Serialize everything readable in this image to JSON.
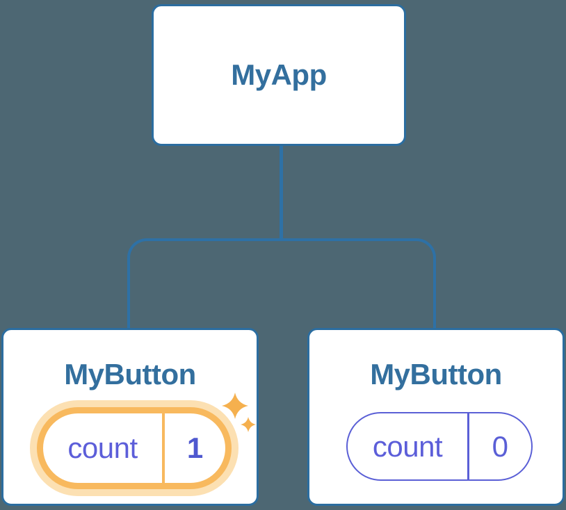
{
  "canvas": {
    "background": "#4d6773"
  },
  "colors": {
    "node_background": "#ffffff",
    "node_border": "#2b6da0",
    "connector_line": "#2e71a6",
    "node_label_text": "#336f9e",
    "state_text": "#5c5ed9",
    "state_value_bold": "#4f58cf",
    "plain_pill_border": "#5a5fd6",
    "highlight_ring": "#f8b95e",
    "highlight_halo": "#fce0b2",
    "sparkle": "#f5b04e"
  },
  "tree": {
    "root": {
      "label": "MyApp"
    },
    "children": [
      {
        "label": "MyButton",
        "state": {
          "key": "count",
          "value": "1"
        },
        "highlighted": true,
        "icon": "sparkle-icon"
      },
      {
        "label": "MyButton",
        "state": {
          "key": "count",
          "value": "0"
        },
        "highlighted": false
      }
    ]
  }
}
